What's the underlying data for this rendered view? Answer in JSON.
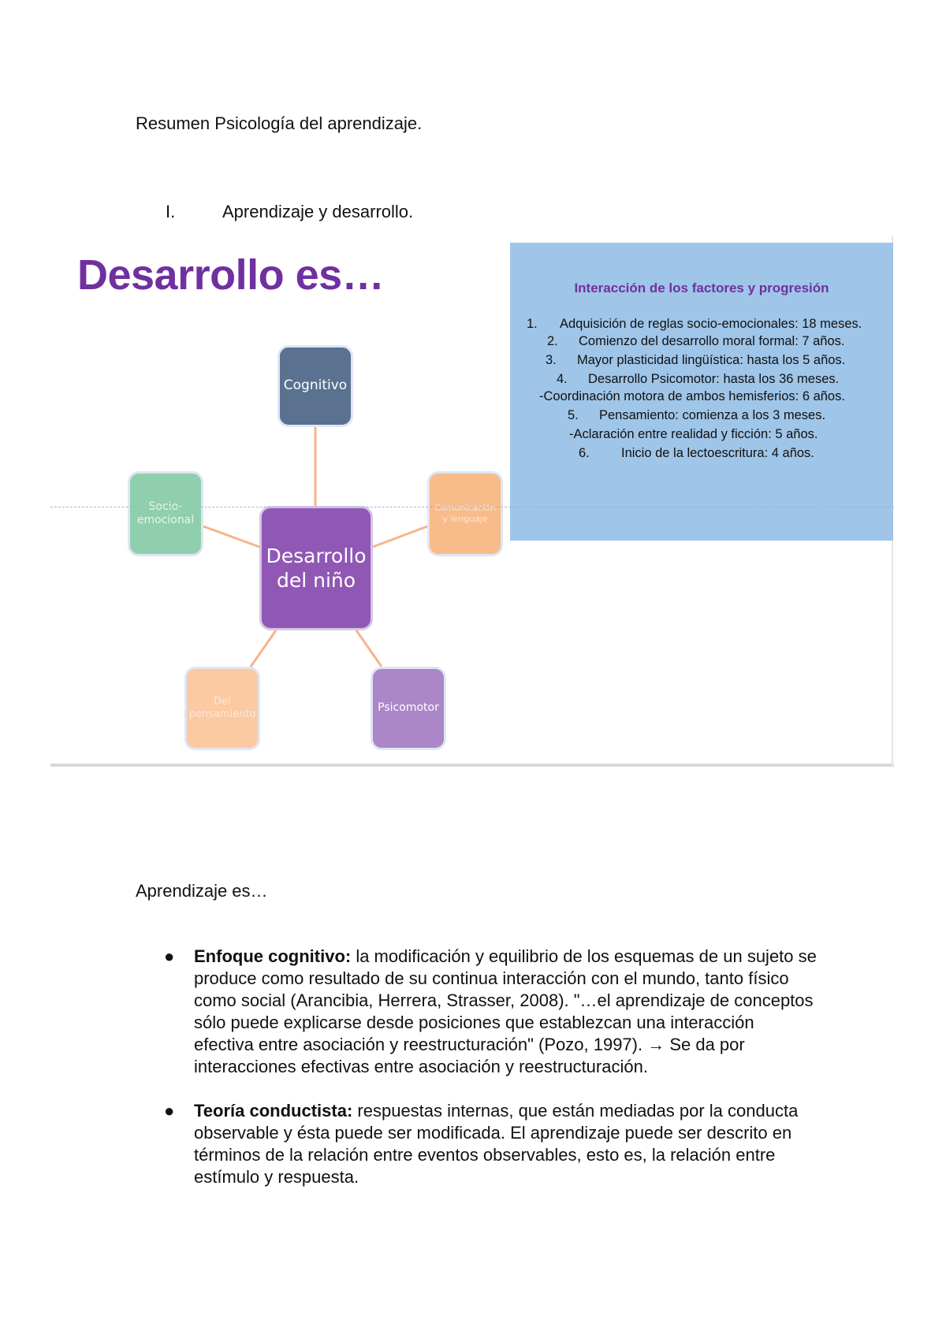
{
  "document": {
    "title": "Resumen Psicología del aprendizaje.",
    "section": {
      "number": "I.",
      "title": "Aprendizaje y desarrollo."
    }
  },
  "slide": {
    "heading": "Desarrollo es…",
    "diagram": {
      "center": {
        "line1": "Desarrollo",
        "line2": "del niño"
      },
      "nodes": {
        "cognitivo": "Cognitivo",
        "socio_line1": "Socio-",
        "socio_line2": "emocional",
        "comunicacion_line1": "Comunicación",
        "comunicacion_line2": "y lenguaje",
        "pensamiento_line1": "Del",
        "pensamiento_line2": "pensamiento",
        "psicomotor": "Psicomotor"
      },
      "colors": {
        "cognitivo": "#5a7190",
        "socio": "#8fcfad",
        "comunicacion": "#f8bb8a",
        "center": "#9057b5",
        "pensamiento": "#fbc9a2",
        "psicomotor": "#ab86c8",
        "connector": "#f6b48c"
      }
    },
    "info_box": {
      "title": "Interacción de los factores y progresión",
      "lines": [
        {
          "num": "1.",
          "text": "Adquisición de reglas socio-emocionales: 18 meses."
        },
        {
          "num": "2.",
          "text": "Comienzo del desarrollo moral formal: 7 años."
        },
        {
          "num": "3.",
          "text": "Mayor plasticidad lingüística: hasta los 5 años."
        },
        {
          "num": "4.",
          "text": "Desarrollo Psicomotor: hasta los 36 meses."
        },
        {
          "num": "",
          "text": "-Coordinación motora de ambos hemisferios: 6 años."
        },
        {
          "num": "5.",
          "text": "Pensamiento: comienza a los 3 meses."
        },
        {
          "num": "",
          "text": "-Aclaración entre realidad y ficción: 5 años."
        },
        {
          "num": "6.",
          "text": "Inicio de la lectoescritura: 4 años."
        }
      ],
      "colors": {
        "background": "#9fc5e8",
        "title": "#7030a0"
      }
    }
  },
  "aprendizaje": {
    "heading": "Aprendizaje es…",
    "bullets": [
      {
        "term": "Enfoque cognitivo:",
        "text": " la modificación y equilibrio de los esquemas de un sujeto se produce como resultado de su continua interacción con el mundo, tanto físico como social (Arancibia, Herrera, Strasser, 2008). \"…el aprendizaje de conceptos sólo puede explicarse desde posiciones que establezcan una interacción efectiva entre asociación y reestructuración\" (Pozo, 1997). → Se da por interacciones efectivas entre asociación y reestructuración."
      },
      {
        "term": "Teoría conductista:",
        "text": " respuestas internas, que están mediadas por la conducta observable y ésta puede ser modificada. El aprendizaje puede ser descrito en términos de la relación entre eventos observables, esto es, la relación entre estímulo y respuesta."
      }
    ]
  }
}
